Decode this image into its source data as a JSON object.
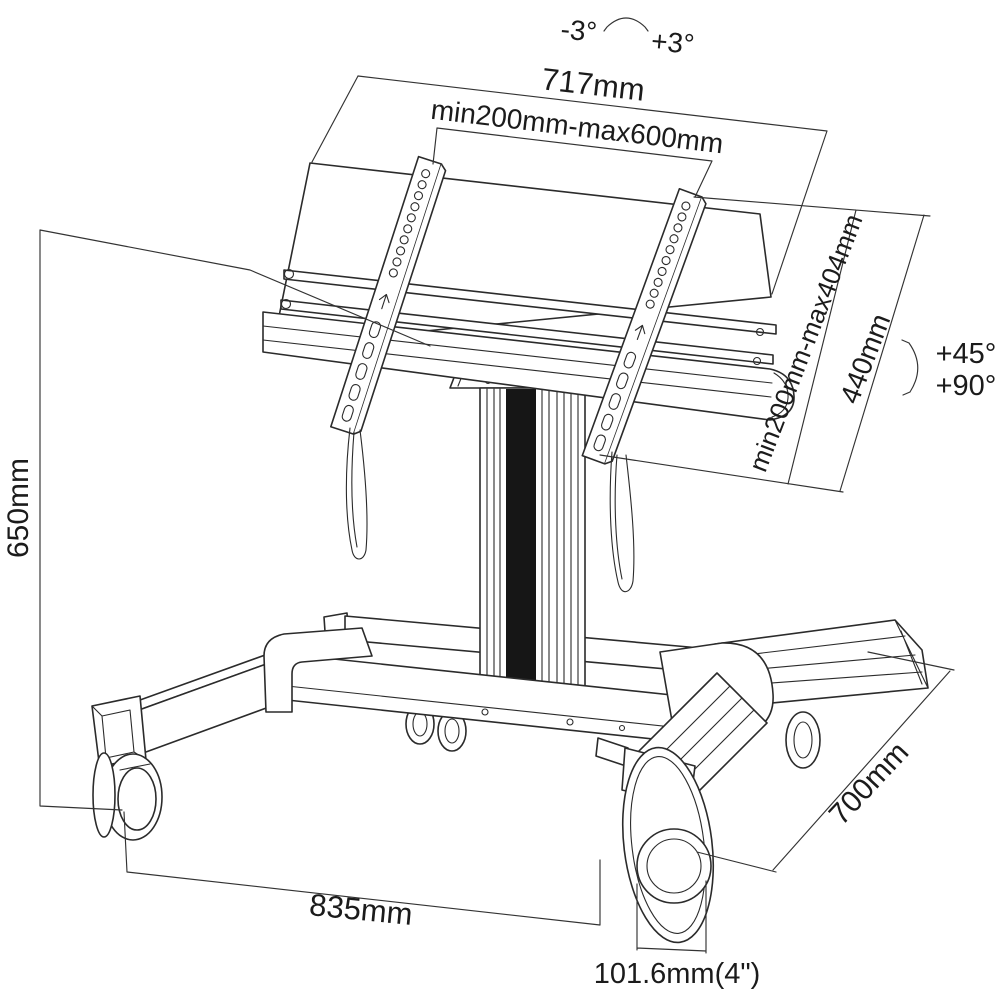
{
  "diagram": {
    "type": "technical-dimension-drawing",
    "subject": "mobile TV floor stand with casters",
    "colors": {
      "line": "#2b2b2b",
      "background": "#ffffff",
      "column_stripe": "#161616"
    },
    "icons": [
      "tilt-arc-icon",
      "swivel-arc-icon"
    ],
    "labels": {
      "tilt_neg": "-3°",
      "tilt_pos": "+3°",
      "overall_width": "717mm",
      "vesa_width_range": "min200mm-max600mm",
      "vesa_height_range": "min200mm-max404mm",
      "bracket_length": "440mm",
      "swivel_upper": "+45°",
      "swivel_lower": "+90°",
      "column_height": "650mm",
      "base_depth": "700mm",
      "base_width": "835mm",
      "caster_size": "101.6mm(4\")"
    }
  }
}
